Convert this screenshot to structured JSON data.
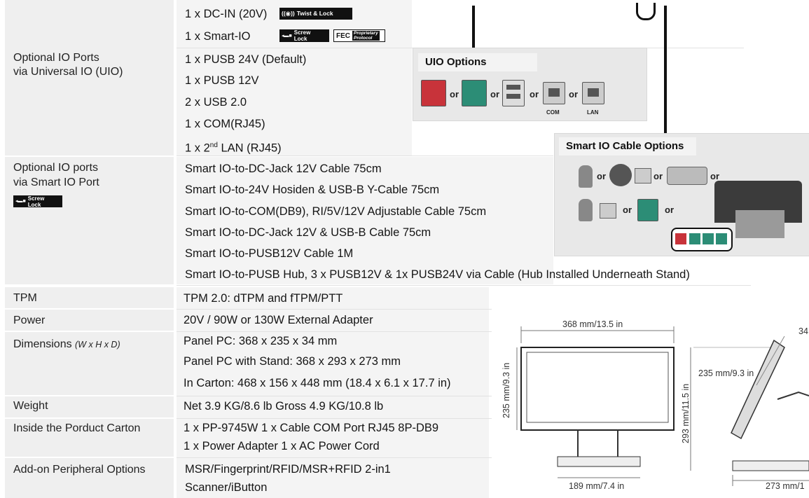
{
  "uio": {
    "label_line1": "Optional IO Ports",
    "label_line2": "via Universal IO (UIO)",
    "items": [
      "1 x DC-IN (20V)",
      "1 x Smart-IO",
      "1 x PUSB 24V (Default)",
      "1 x PUSB 12V",
      "2 x USB 2.0",
      "1 x COM(RJ45)",
      "1 x 2nd LAN (RJ45)"
    ],
    "lan_prefix": "1 x 2",
    "lan_sup": "nd",
    "lan_suffix": " LAN (RJ45)",
    "badge_twist": "Twist & Lock",
    "badge_screw_1": "Screw",
    "badge_screw_2": "Lock",
    "badge_fec": "FEC",
    "badge_fec_sub1": "Proprietary",
    "badge_fec_sub2": "Protocol"
  },
  "uio_panel": {
    "title": "UIO Options",
    "or": "or",
    "com": "COM",
    "lan": "LAN"
  },
  "smart": {
    "label_line1": "Optional IO ports",
    "label_line2": "via Smart IO Port",
    "badge_1": "Screw",
    "badge_2": "Lock",
    "items": [
      "Smart IO-to-DC-Jack 12V Cable 75cm",
      "Smart IO-to-24V Hosiden & USB-B Y-Cable 75cm",
      "Smart IO-to-COM(DB9), RI/5V/12V Adjustable Cable 75cm",
      "Smart IO-to-DC-Jack 12V & USB-B Cable 75cm",
      "Smart IO-to-PUSB12V Cable 1M",
      "Smart IO-to-PUSB Hub, 3 x PUSB12V & 1x PUSB24V via Cable  (Hub Installed Underneath Stand)"
    ]
  },
  "smart_panel": {
    "title": "Smart IO Cable Options",
    "or": "or"
  },
  "specs": {
    "tpm_label": "TPM",
    "tpm_value": "TPM 2.0: dTPM and fTPM/PTT",
    "power_label": "Power",
    "power_value": "20V / 90W or 130W External Adapter",
    "dim_label": "Dimensions",
    "dim_label_sub": "(W x H x D)",
    "dim_values": [
      "Panel PC: 368 x 235 x 34 mm",
      "Panel PC with Stand: 368 x 293 x 273 mm",
      "In Carton: 468 x 156 x 448 mm (18.4 x 6.1 x 17.7 in)"
    ],
    "weight_label": "Weight",
    "weight_value": "Net 3.9 KG/8.6 lb  Gross 4.9 KG/10.8 lb",
    "carton_label": "Inside the Porduct Carton",
    "carton_values": [
      "1 x PP-9745W  1 x Cable COM Port RJ45 8P-DB9",
      "1 x Power Adapter 1 x AC Power Cord"
    ],
    "addon_label": "Add-on Peripheral Options",
    "addon_values": [
      "MSR/Fingerprint/RFID/MSR+RFID 2-in1",
      "Scanner/iButton"
    ]
  },
  "drawing": {
    "width": "368 mm/13.5 in",
    "height_front": "235 mm/9.3 in",
    "base": "189 mm/7.4 in",
    "height_side": "235 mm/9.3 in",
    "total_height": "293 mm/11.5 in",
    "depth": "273 mm/1",
    "partial": "34"
  },
  "colors": {
    "red_port": "#c8333a",
    "green_port": "#2c8d76"
  }
}
